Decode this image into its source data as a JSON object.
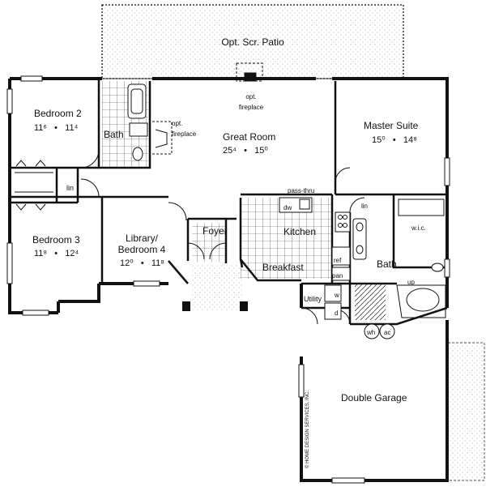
{
  "rooms": {
    "patio": {
      "name": "Opt. Scr. Patio"
    },
    "bedroom2": {
      "name": "Bedroom 2",
      "dim_a": "11⁶",
      "dim_b": "11⁴"
    },
    "bath_left": {
      "name": "Bath"
    },
    "opt_fireplace_left": {
      "name": "opt. fireplace"
    },
    "opt_fireplace_top": {
      "name": "opt. fireplace"
    },
    "great_room": {
      "name": "Great Room",
      "dim_a": "25⁴",
      "dim_b": "15⁰"
    },
    "master_suite": {
      "name": "Master Suite",
      "dim_a": "15⁰",
      "dim_b": "14⁸"
    },
    "linen_left": {
      "name": "lin"
    },
    "bedroom3": {
      "name": "Bedroom 3",
      "dim_a": "11⁸",
      "dim_b": "12⁴"
    },
    "library": {
      "name_line1": "Library/",
      "name_line2": "Bedroom 4",
      "dim_a": "12⁰",
      "dim_b": "11⁸"
    },
    "foyer": {
      "name": "Foyer"
    },
    "kitchen": {
      "name": "Kitchen"
    },
    "breakfast": {
      "name": "Breakfast"
    },
    "utility": {
      "name": "Utility"
    },
    "bath_master": {
      "name": "Bath"
    },
    "wic": {
      "name": "w.i.c."
    },
    "linen_right": {
      "name": "lin"
    },
    "garage": {
      "name": "Double Garage"
    }
  },
  "fixtures": {
    "pass_thru": "pass-thru",
    "dw": "dw",
    "ref": "ref",
    "pan": "pan",
    "washer": "w",
    "dryer": "d",
    "up": "up",
    "wh": "wh",
    "ac": "ac"
  },
  "dim_separator": "•",
  "copyright": "© HOME DESIGN SERVICES, INC."
}
